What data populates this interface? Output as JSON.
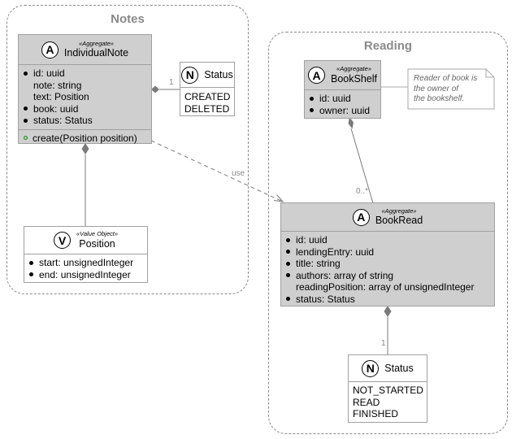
{
  "packages": {
    "notes": {
      "title": "Notes"
    },
    "reading": {
      "title": "Reading"
    }
  },
  "classes": {
    "individual_note": {
      "kind": "A",
      "stereotype": "«Aggregate»",
      "name": "IndividualNote",
      "fields": [
        {
          "text": "id: uuid",
          "bullet": true
        },
        {
          "text": "note: string",
          "bullet": false
        },
        {
          "text": "text: Position",
          "bullet": false
        },
        {
          "text": "book: uuid",
          "bullet": true
        },
        {
          "text": "status: Status",
          "bullet": true
        }
      ],
      "methods": [
        "create(Position position)"
      ]
    },
    "note_status": {
      "kind": "N",
      "name": "Status",
      "literals": [
        "CREATED",
        "DELETED"
      ]
    },
    "position": {
      "kind": "V",
      "stereotype": "«Value Object»",
      "name": "Position",
      "fields": [
        {
          "text": "start: unsignedInteger",
          "bullet": true
        },
        {
          "text": "end: unsignedInteger",
          "bullet": true
        }
      ]
    },
    "book_shelf": {
      "kind": "A",
      "stereotype": "«Aggregate»",
      "name": "BookShelf",
      "fields": [
        {
          "text": "id: uuid",
          "bullet": true
        },
        {
          "text": "owner: uuid",
          "bullet": true
        }
      ]
    },
    "book_read": {
      "kind": "A",
      "stereotype": "«Aggregate»",
      "name": "BookRead",
      "fields": [
        {
          "text": "id: uuid",
          "bullet": true
        },
        {
          "text": "lendingEntry: uuid",
          "bullet": true
        },
        {
          "text": "title: string",
          "bullet": true
        },
        {
          "text": "authors: array of string",
          "bullet": true
        },
        {
          "text": "readingPosition: array of unsignedInteger",
          "bullet": false
        },
        {
          "text": "status: Status",
          "bullet": true
        }
      ]
    },
    "reading_status": {
      "kind": "N",
      "name": "Status",
      "literals": [
        "NOT_STARTED",
        "READ",
        "FINISHED"
      ]
    }
  },
  "note": {
    "lines": [
      "Reader of book is",
      "the owner of",
      "the bookshelf."
    ]
  },
  "edges": {
    "note_status_mult": "1",
    "uses_label": "use",
    "shelf_read_mult": "0..*",
    "read_status_mult": "1"
  }
}
